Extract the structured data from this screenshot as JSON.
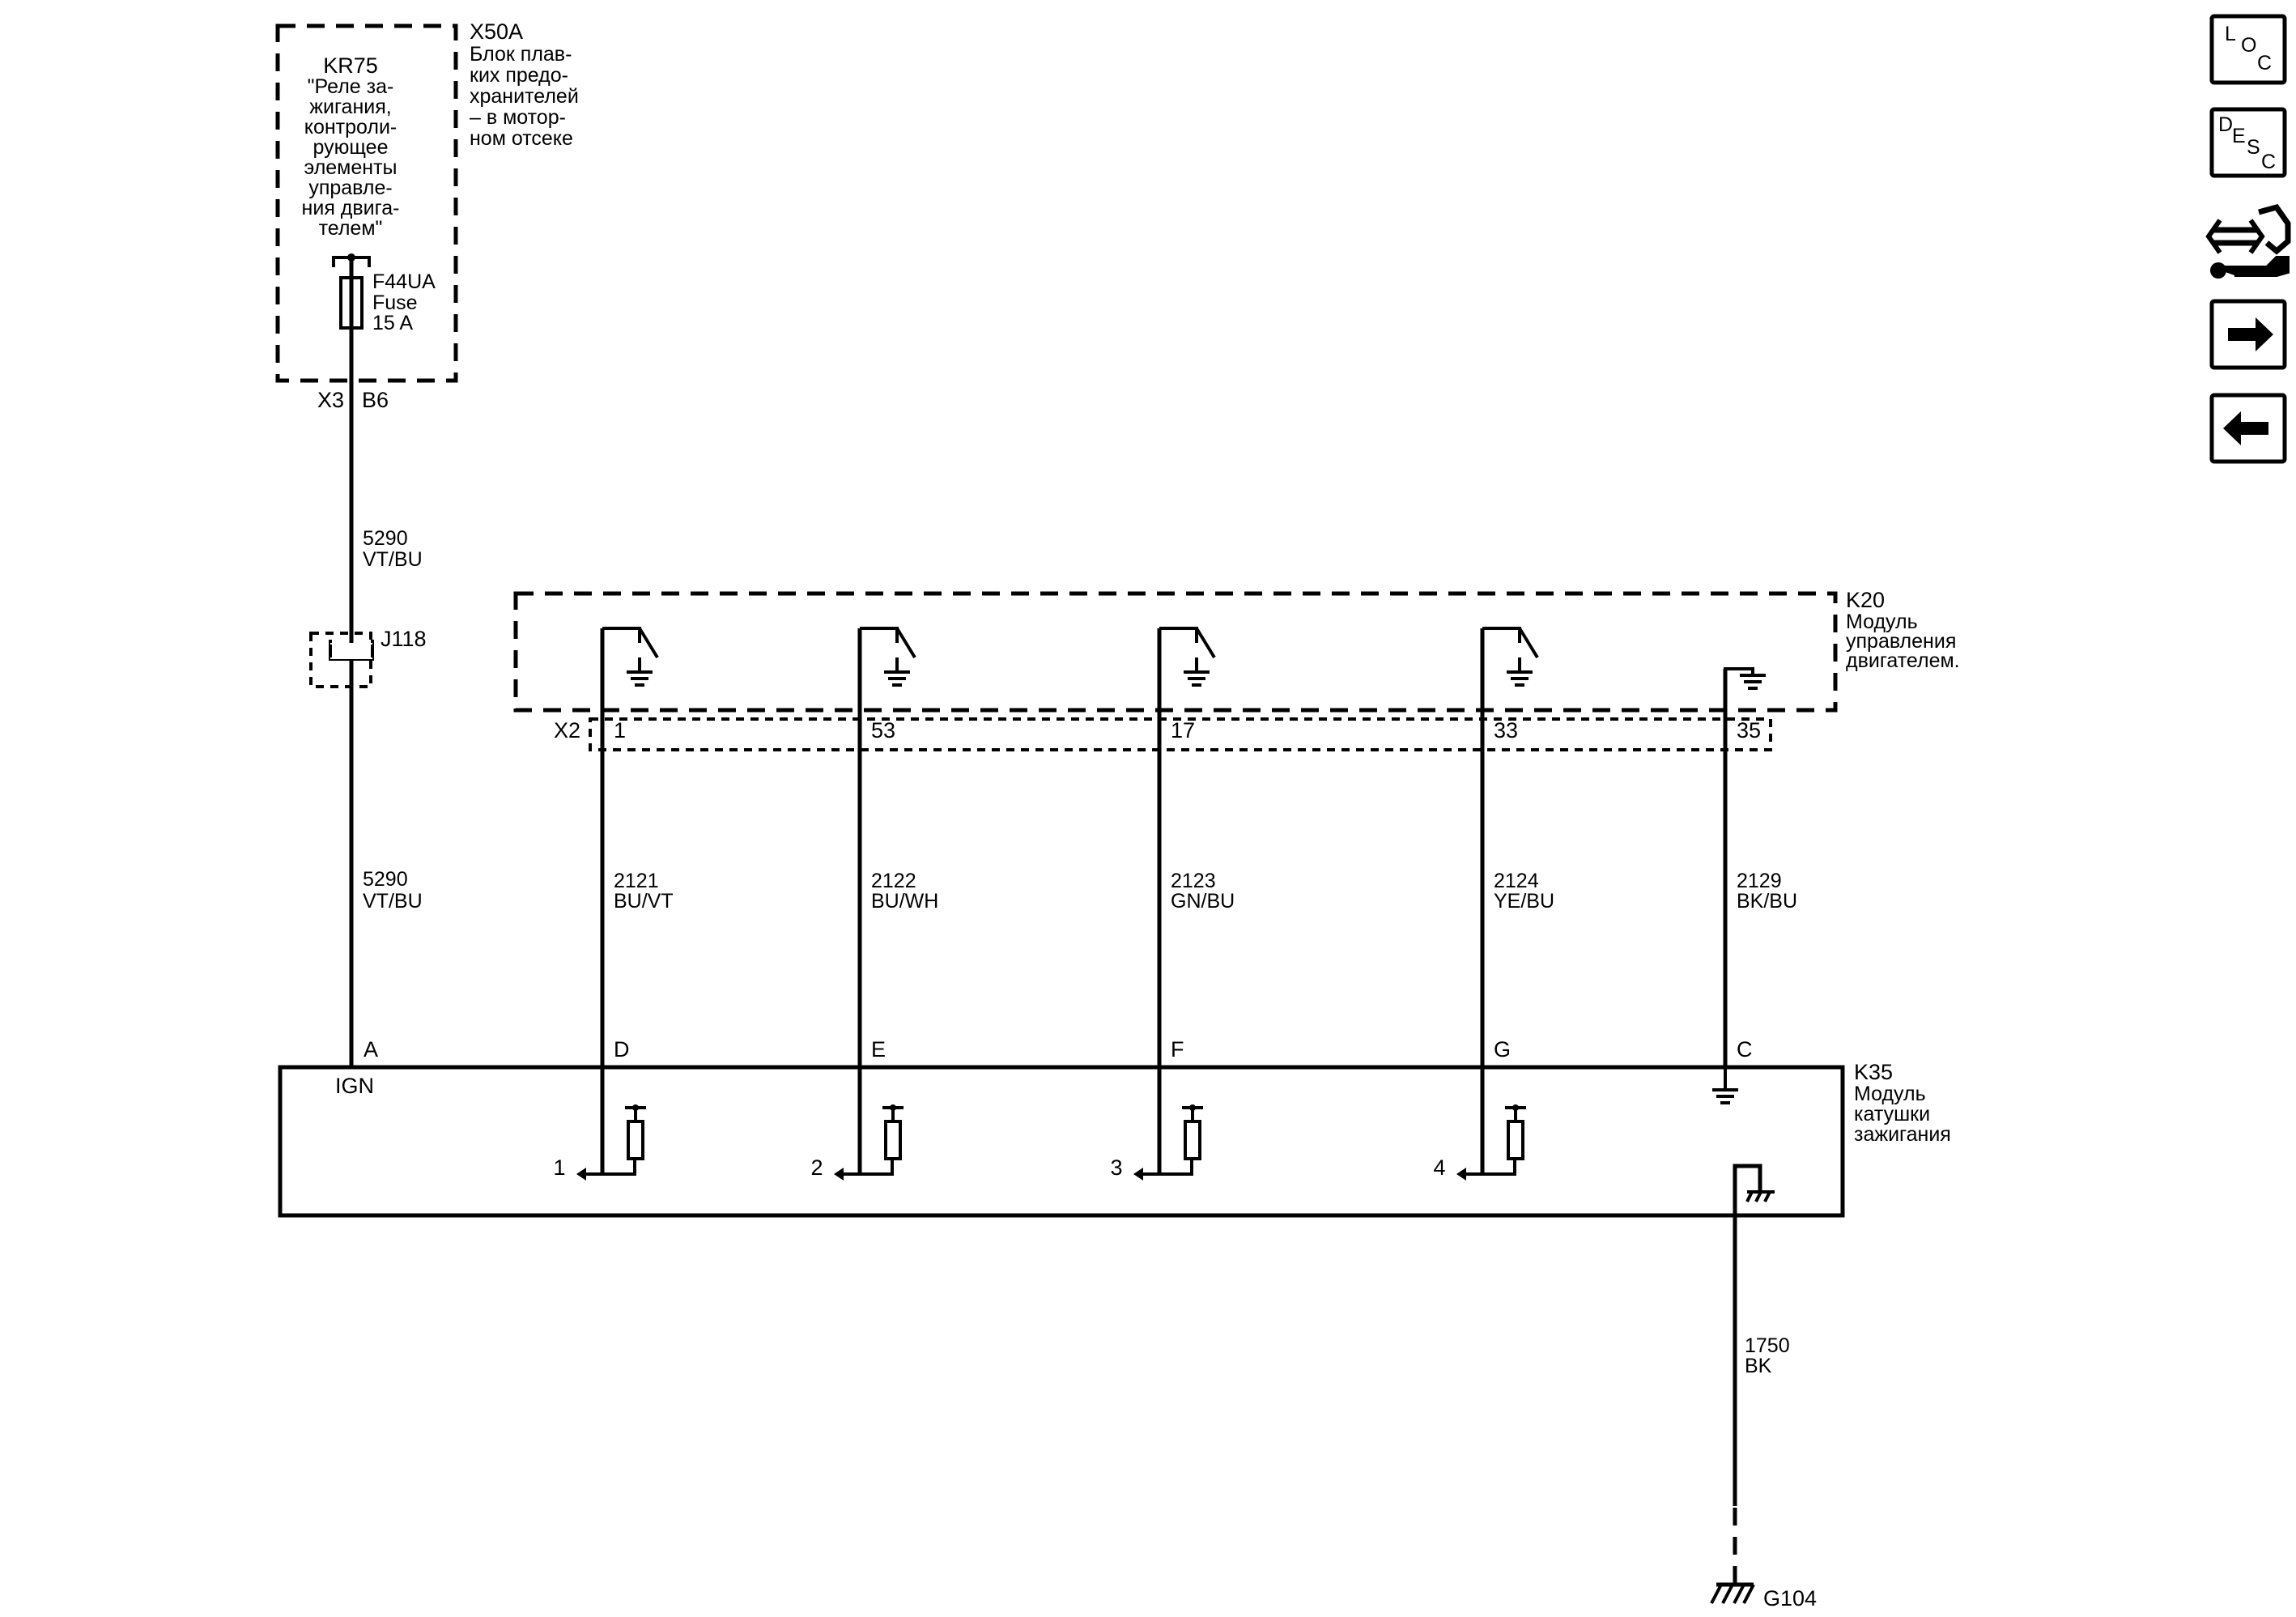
{
  "top_fuse_block": {
    "id": "X50A",
    "desc": [
      "Блок плав-",
      "ких предо-",
      "хранителей",
      "– в мотор-",
      "ном отсеке"
    ],
    "relay_id": "KR75",
    "relay_desc": [
      "\"Реле за-",
      "жигания,",
      "контроли-",
      "рующее",
      "элементы",
      "управле-",
      "ния двига-",
      "телем\""
    ],
    "fuse": [
      "F44UA",
      "Fuse",
      "15 A"
    ],
    "connector": "X3",
    "pin": "B6"
  },
  "supply_wire": {
    "circuit": "5290",
    "color": "VT/BU"
  },
  "splice": {
    "id": "J118"
  },
  "ecm": {
    "id": "K20",
    "desc": [
      "Модуль",
      "управления",
      "двигателем."
    ],
    "connector": "X2",
    "pins": [
      "1",
      "53",
      "17",
      "33",
      "35"
    ]
  },
  "ecm_wires": [
    {
      "circuit": "2121",
      "color": "BU/VT",
      "coil_pin": "D",
      "output": "1"
    },
    {
      "circuit": "2122",
      "color": "BU/WH",
      "coil_pin": "E",
      "output": "2"
    },
    {
      "circuit": "2123",
      "color": "GN/BU",
      "coil_pin": "F",
      "output": "3"
    },
    {
      "circuit": "2124",
      "color": "YE/BU",
      "coil_pin": "G",
      "output": "4"
    },
    {
      "circuit": "2129",
      "color": "BK/BU",
      "coil_pin": "C",
      "output": ""
    }
  ],
  "coil_module": {
    "id": "K35",
    "desc": [
      "Модуль",
      "катушки",
      "зажигания"
    ],
    "ign_pin": "A",
    "ign_label": "IGN"
  },
  "ground_wire": {
    "circuit": "1750",
    "color": "BK"
  },
  "ground": {
    "id": "G104"
  },
  "nav_buttons": [
    {
      "name": "loc-button",
      "letters": [
        "L",
        "O",
        "C"
      ]
    },
    {
      "name": "desc-button",
      "letters": [
        "D",
        "E",
        "S",
        "C"
      ]
    },
    {
      "name": "connector-tools-button",
      "icon": "connector-wrench-icon"
    },
    {
      "name": "next-button",
      "icon": "arrow-right-icon"
    },
    {
      "name": "previous-button",
      "icon": "arrow-left-icon"
    }
  ]
}
